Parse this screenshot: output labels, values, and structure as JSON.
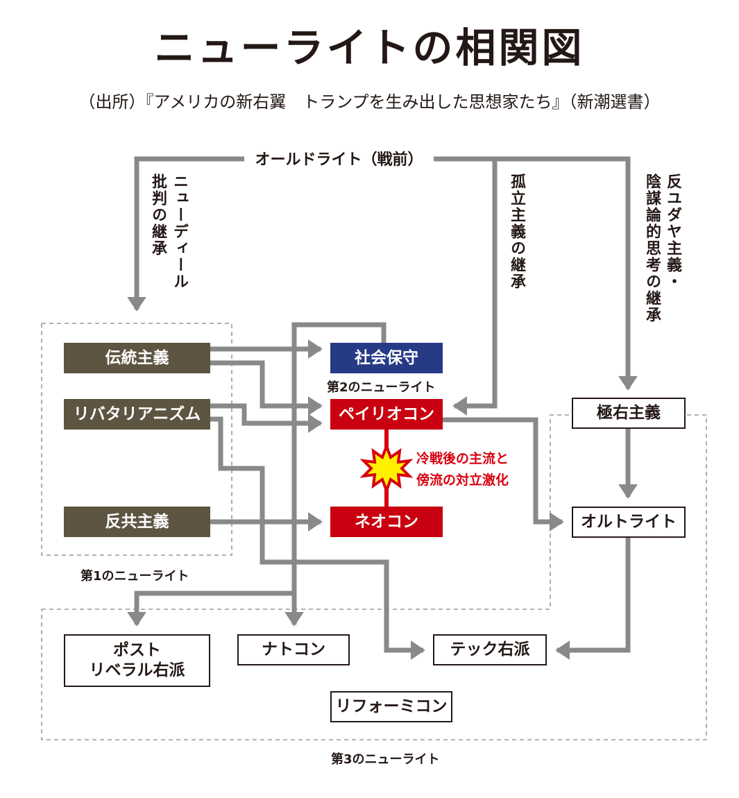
{
  "title": "ニューライトの相関図",
  "source": "（出所）『アメリカの新右翼　トランプを生み出した思想家たち』（新潮選書）",
  "top": {
    "old_right": "オールドライト（戦前）"
  },
  "edge_labels": {
    "new_deal_line1": "ニューディール",
    "new_deal_line2": "批判の継承",
    "isolationism": "孤立主義の継承",
    "antisemitism_line1": "反ユダヤ主義・",
    "antisemitism_line2": "陰謀論的思考の継承",
    "conflict_line1": "冷戦後の主流と",
    "conflict_line2": "傍流の対立激化"
  },
  "groups": {
    "first": "第1のニューライト",
    "second": "第2のニューライト",
    "third": "第3のニューライト"
  },
  "nodes": {
    "traditionalism": "伝統主義",
    "libertarianism": "リバタリアニズム",
    "anticommunism": "反共主義",
    "social_conservative": "社会保守",
    "paleocon": "ペイリオコン",
    "neocon": "ネオコン",
    "far_right": "極右主義",
    "alt_right": "オルトライト",
    "post_liberal_line1": "ポスト",
    "post_liberal_line2": "リベラル右派",
    "natcon": "ナトコン",
    "tech_right": "テック右派",
    "reformicon": "リフォーミコン"
  },
  "colors": {
    "brown": "#5e5442",
    "blue": "#263a86",
    "red": "#c8000f",
    "arrow": "#898989",
    "burst": "#fff100"
  }
}
